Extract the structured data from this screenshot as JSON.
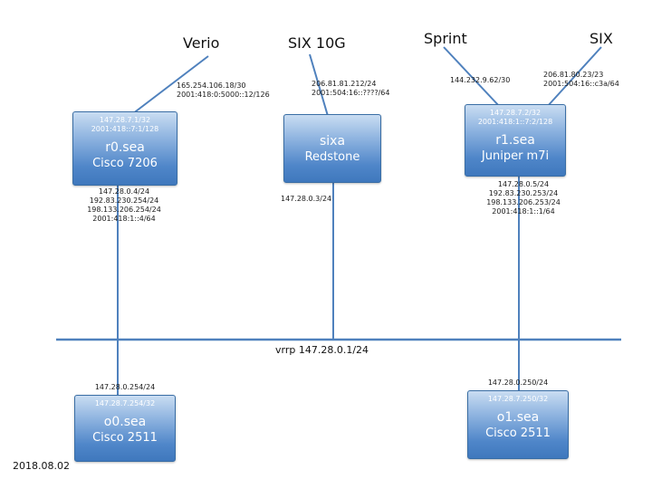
{
  "date": "2018.08.02",
  "bus_label": "vrrp 147.28.0.1/24",
  "uplinks": {
    "verio": {
      "label": "Verio",
      "lines": [
        "165.254.106.18/30",
        "2001:418:0:5000::12/126"
      ]
    },
    "six10g": {
      "label": "SIX 10G",
      "lines": [
        "206.81.81.212/24",
        "2001:504:16::????/64"
      ]
    },
    "sprint": {
      "label": "Sprint",
      "lines": [
        "144.232.9.62/30"
      ]
    },
    "six": {
      "label": "SIX",
      "lines": [
        "206.81.80.23/23",
        "2001:504:16::c3a/64"
      ]
    }
  },
  "routers": {
    "r0": {
      "loopback1": "147.28.7.1/32",
      "loopback2": "2001:418::7:1/128",
      "name": "r0.sea",
      "model": "Cisco 7206",
      "below": [
        "147.28.0.4/24",
        "192.83.230.254/24",
        "198.133.206.254/24",
        "2001:418:1::4/64"
      ]
    },
    "sixa": {
      "name": "sixa",
      "model": "Redstone",
      "below": [
        "147.28.0.3/24"
      ]
    },
    "r1": {
      "loopback1": "147.28.7.2/32",
      "loopback2": "2001:418:1::7:2/128",
      "name": "r1.sea",
      "model": "Juniper m7i",
      "below": [
        "147.28.0.5/24",
        "192.83.230.253/24",
        "198.133.206.253/24",
        "2001:418:1::1/64"
      ]
    },
    "o0": {
      "above": "147.28.0.254/24",
      "loopback": "147.28.7.254/32",
      "name": "o0.sea",
      "model": "Cisco 2511"
    },
    "o1": {
      "above": "147.28.0.250/24",
      "loopback": "147.28.7.250/32",
      "name": "o1.sea",
      "model": "Cisco 2511"
    }
  }
}
